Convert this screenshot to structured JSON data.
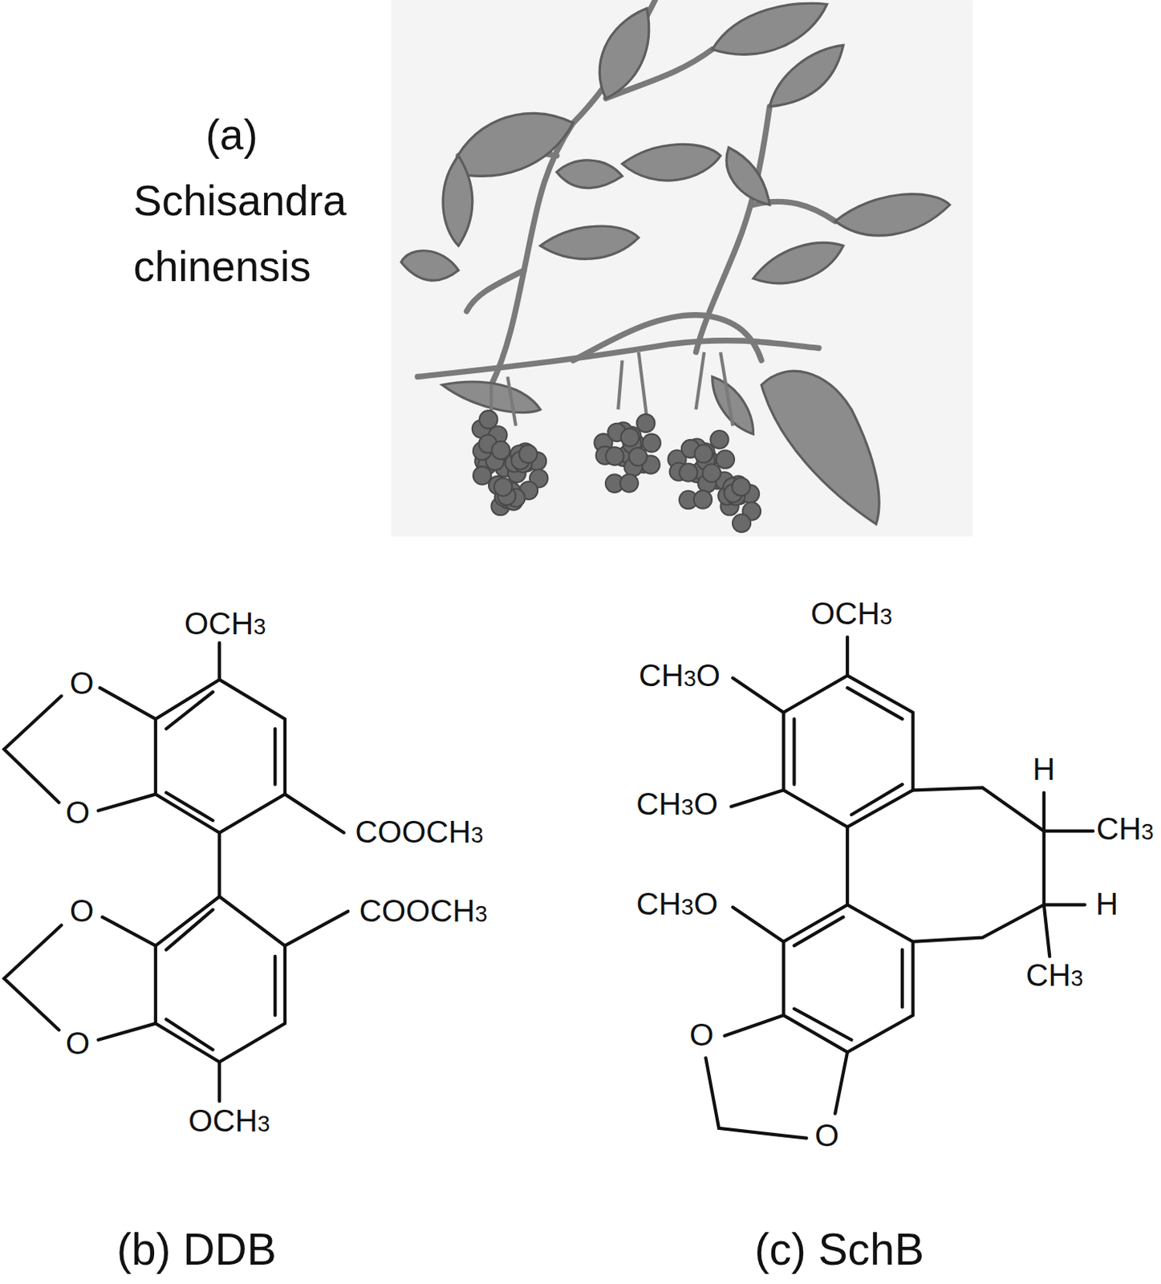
{
  "diagram": {
    "labels": [
      "(a)",
      "Schisandra chinensis",
      "OCH3",
      "O",
      "O",
      "COOCH3",
      "O",
      "COOCH3",
      "O",
      "OCH3",
      "(b) DDB",
      "OCH3",
      "CH3O",
      "CH3O",
      "H",
      "CH3",
      "CH3O",
      "H",
      "CH3",
      "O",
      "O",
      "(c) SchB"
    ]
  }
}
